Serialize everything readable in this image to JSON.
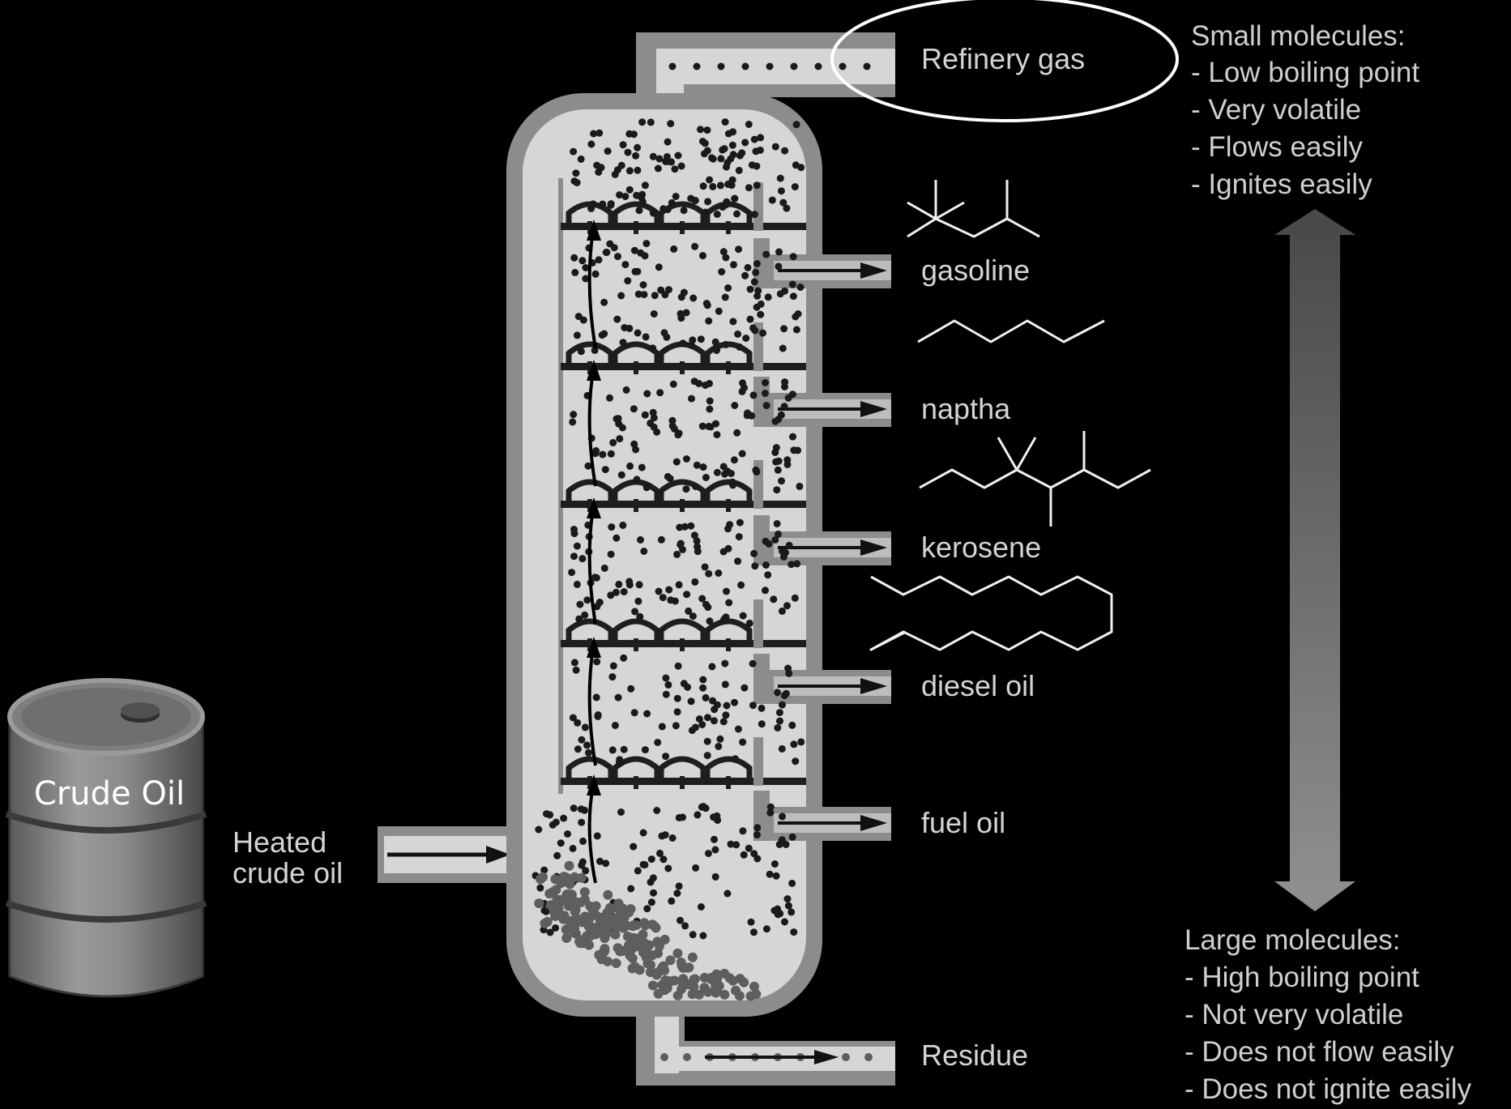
{
  "barrel_label": "Crude Oil",
  "feed_label_line1": "Heated",
  "feed_label_line2": "crude oil",
  "fractions": [
    {
      "label": "Refinery gas",
      "highlighted": true
    },
    {
      "label": "gasoline",
      "highlighted": false
    },
    {
      "label": "naptha",
      "highlighted": false
    },
    {
      "label": "kerosene",
      "highlighted": false
    },
    {
      "label": "diesel oil",
      "highlighted": false
    },
    {
      "label": "fuel oil",
      "highlighted": false
    },
    {
      "label": "Residue",
      "highlighted": false
    }
  ],
  "small_molecules": {
    "heading": "Small molecules:",
    "properties": [
      "- Low boiling point",
      "- Very volatile",
      "- Flows easily",
      "- Ignites easily"
    ]
  },
  "large_molecules": {
    "heading": "Large molecules:",
    "properties": [
      "- High boiling point",
      "- Not very volatile",
      "- Does not flow easily",
      "- Does not ignite easily"
    ]
  },
  "colors": {
    "background": "#000000",
    "column_wall": "#8c8c8c",
    "column_interior": "#d6d6d6",
    "molecule": "#1a1a1a",
    "label_text": "#d4d4d4",
    "highlight_ellipse": "#ffffff"
  }
}
